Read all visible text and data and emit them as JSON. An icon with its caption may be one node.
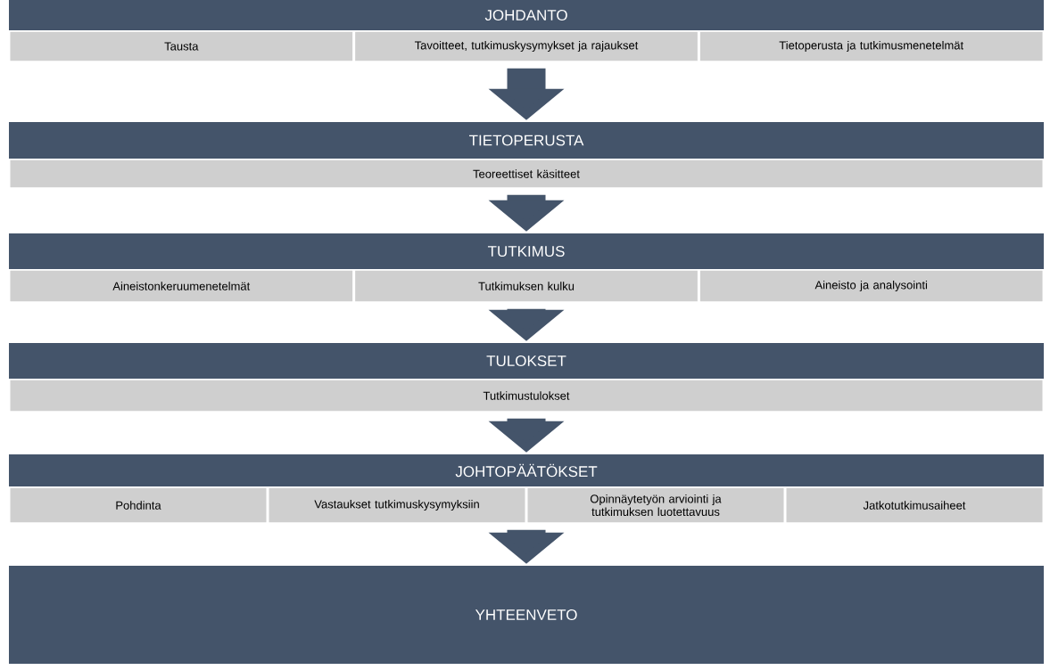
{
  "diagram": {
    "nodes": [
      {
        "text": [
          "JOHDANTO"
        ]
      },
      {
        "text": [
          "Tausta"
        ]
      },
      {
        "text": [
          "Tavoitteet, tutkimuskysymykset ja rajaukset"
        ]
      },
      {
        "text": [
          "Tietoperusta ja tutkimusmenetelmät"
        ]
      },
      {
        "text": [
          "TIETOPERUSTA"
        ]
      },
      {
        "text": [
          "Teoreettiset käsitteet"
        ]
      },
      {
        "text": [
          "TUTKIMUS"
        ]
      },
      {
        "text": [
          "Aineistonkeruumenetelmät"
        ]
      },
      {
        "text": [
          "Tutkimuksen kulku"
        ]
      },
      {
        "text": [
          "Aineisto ja analysointi"
        ]
      },
      {
        "text": [
          "TULOKSET"
        ]
      },
      {
        "text": [
          "Tutkimustulokset"
        ]
      },
      {
        "text": [
          "JOHTOPÄÄTÖKSET"
        ]
      },
      {
        "text": [
          "Pohdinta"
        ]
      },
      {
        "text": [
          "Vastaukset tutkimuskysymyksiin"
        ]
      },
      {
        "text": [
          "Opinnäytetyön arviointi ja tutkimuksen luotettavuus"
        ]
      },
      {
        "text": [
          "Jatkotutkimusaiheet"
        ]
      },
      {
        "text": [
          "YHTEENVETO"
        ]
      }
    ],
    "edges": [
      {
        "from": 2,
        "to": 4,
        "arrow": "to"
      },
      {
        "from": 5,
        "to": 6,
        "arrow": "to"
      },
      {
        "from": 8,
        "to": 10,
        "arrow": "to"
      },
      {
        "from": 11,
        "to": 12,
        "arrow": "to"
      },
      {
        "from": 15,
        "to": 17,
        "arrow": "to"
      }
    ]
  }
}
